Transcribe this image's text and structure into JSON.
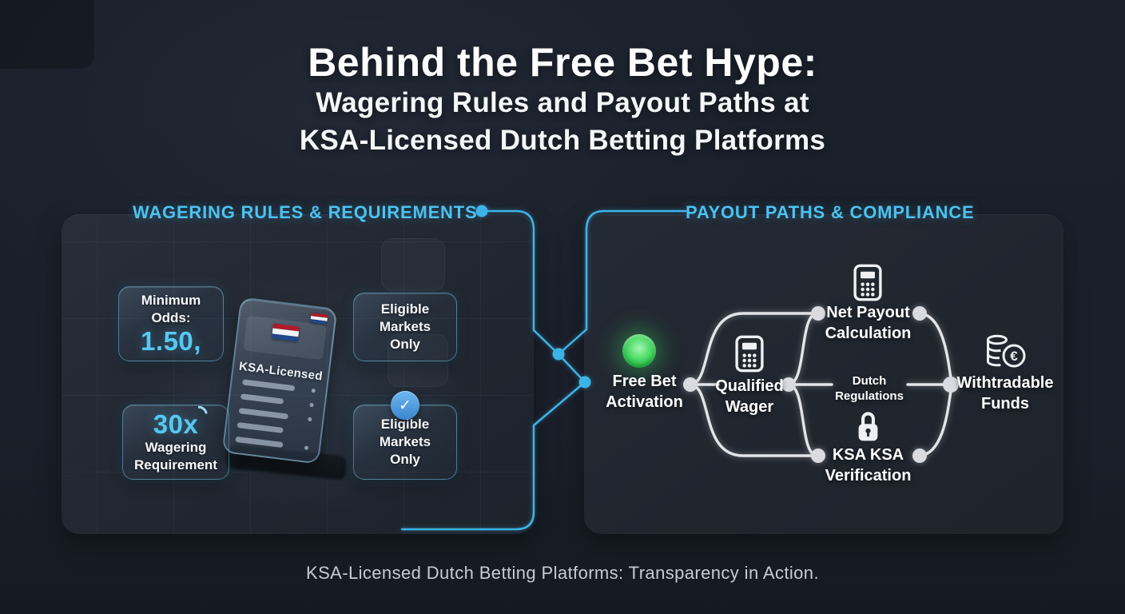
{
  "title": {
    "line1": "Behind the Free Bet Hype:",
    "line2": "Wagering Rules and Payout Paths at",
    "line3": "KSA-Licensed Dutch Betting Platforms"
  },
  "wagering": {
    "header": "WAGERING RULES & REQUIREMENTS",
    "card_min_odds": {
      "label": "Minimum Odds:",
      "value": "1.50,"
    },
    "card_eligible_top": {
      "label": "Eligible Markets Only"
    },
    "card_wagering": {
      "value": "30x",
      "label": "Wagering Requirement"
    },
    "card_eligible_bottom": {
      "label": "Eligible Markets Only",
      "badge_icon": "check-icon"
    },
    "check_glyph": "✓",
    "phone": {
      "screen_label": "KSA-Licensed",
      "flag_icon": "netherlands-flag-icon"
    }
  },
  "payout": {
    "header": "PAYOUT PATHS & COMPLIANCE",
    "node_free_bet": {
      "line1": "Free Bet",
      "line2": "Activation",
      "icon": "green-status-dot-icon"
    },
    "node_qualified": {
      "line1": "Qualified",
      "line2": "Wager",
      "icon": "calculator-icon"
    },
    "node_net_payout": {
      "line1": "Net Payout",
      "line2": "Calculation",
      "icon": "calculator-icon"
    },
    "node_regulations": {
      "line1": "Dutch",
      "line2": "Regulations"
    },
    "node_ksa": {
      "line1": "KSA KSA",
      "line2": "Verification",
      "icon": "lock-icon"
    },
    "node_funds": {
      "line1": "Withtradable",
      "line2": "Funds",
      "icon": "euro-coins-icon"
    },
    "euro_symbol": "€"
  },
  "footer": {
    "caption": "KSA-Licensed Dutch Betting Platforms: Transparency in Action."
  },
  "colors": {
    "background": "#1a202b",
    "panel": "#232a36",
    "accent_cyan": "#4cc2f1",
    "accent_green": "#2fcf4e",
    "flow_silver": "#e6e7ea",
    "flag_red": "#AE1C28",
    "flag_blue": "#21468B"
  }
}
